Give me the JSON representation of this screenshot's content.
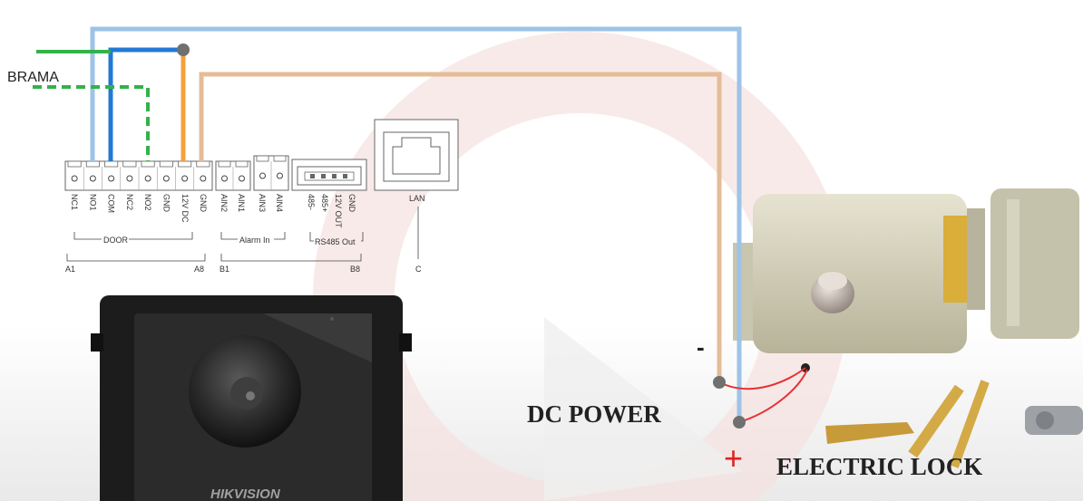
{
  "labels": {
    "brama": "BRAMA",
    "dc_power": "DC POWER",
    "electric_lock": "ELECTRIC LOCK",
    "minus": "-",
    "plus": "+",
    "brand": "HIKVISION"
  },
  "terminal_pins": {
    "door": [
      "NC1",
      "NO1",
      "COM",
      "NC2",
      "NO2",
      "GND",
      "12V DC",
      "GND"
    ],
    "alarm": [
      "AIN2",
      "AIN1",
      "AIN3",
      "AIN4"
    ],
    "rs485": [
      "485-",
      "485+",
      "12V OUT",
      "GND"
    ]
  },
  "groups": {
    "door": "DOOR",
    "alarm": "Alarm In",
    "rs485": "RS485 Out",
    "lan": "LAN"
  },
  "ranges": {
    "a_start": "A1",
    "a_end": "A8",
    "b_start": "B1",
    "b_end": "B8",
    "c": "C"
  },
  "colors": {
    "wire_light_blue": "#9dc3e6",
    "wire_blue": "#2478d4",
    "wire_green": "#33b24a",
    "wire_orange": "#f5a03c",
    "wire_tan": "#e4bc96",
    "wire_red": "#e63232",
    "node": "#707070",
    "plus_red": "#e02020"
  }
}
